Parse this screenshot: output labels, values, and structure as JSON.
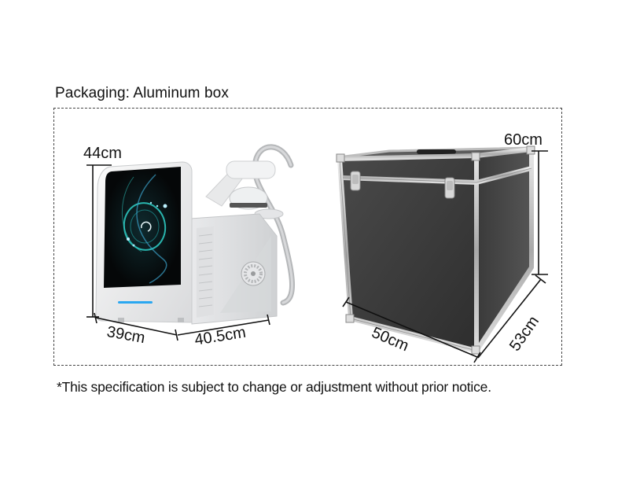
{
  "document": {
    "title": "Packaging: Aluminum box",
    "footnote": "*This specification is subject to change or adjustment without prior notice."
  },
  "device": {
    "label": "Machine",
    "dimensions": {
      "height": "44cm",
      "width": "39cm",
      "depth": "40.5cm"
    },
    "screen_accent": "#2fd0c8",
    "led_strip_color": "#2aa7f0"
  },
  "box": {
    "label": "Aluminum box",
    "dimensions": {
      "height": "60cm",
      "width": "50cm",
      "depth": "53cm"
    },
    "panel_color": "#3d3d3d",
    "frame_color": "#c9c9c9"
  }
}
